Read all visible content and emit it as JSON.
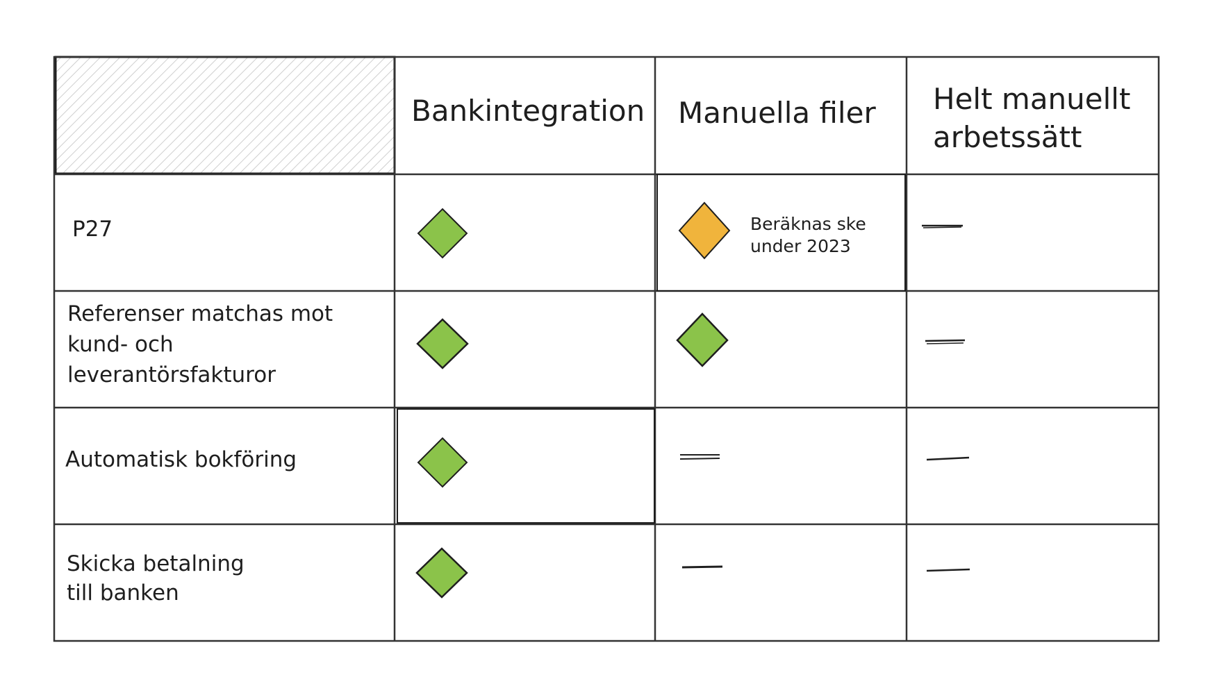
{
  "table": {
    "columns": [
      "Bankintegration",
      "Manuella filer",
      "Helt manuellt arbetssätt"
    ],
    "column_lines": [
      [
        "Bankintegration"
      ],
      [
        "Manuella filer"
      ],
      [
        "Helt manuellt",
        "arbetssätt"
      ]
    ],
    "rows": [
      {
        "label_lines": [
          "P27"
        ],
        "cells": [
          {
            "status": "supported"
          },
          {
            "status": "planned",
            "note_lines": [
              "Beräknas ske",
              "under 2023"
            ]
          },
          {
            "status": "not-supported"
          }
        ]
      },
      {
        "label_lines": [
          "Referenser matchas mot",
          "kund- och",
          "leverantörsfakturor"
        ],
        "cells": [
          {
            "status": "supported"
          },
          {
            "status": "supported"
          },
          {
            "status": "not-supported"
          }
        ]
      },
      {
        "label_lines": [
          "Automatisk bokföring"
        ],
        "cells": [
          {
            "status": "supported"
          },
          {
            "status": "not-supported"
          },
          {
            "status": "not-supported"
          }
        ]
      },
      {
        "label_lines": [
          "Skicka betalning",
          "till banken"
        ],
        "cells": [
          {
            "status": "supported"
          },
          {
            "status": "not-supported"
          },
          {
            "status": "not-supported"
          }
        ]
      }
    ]
  },
  "colors": {
    "supported": "#8bc34a",
    "planned": "#f0b43c",
    "stroke": "#1e1e1e",
    "hatch": "#cfcfcf"
  },
  "icons": {
    "supported": "green-diamond-icon",
    "planned": "orange-diamond-icon",
    "not-supported": "dash-icon"
  }
}
